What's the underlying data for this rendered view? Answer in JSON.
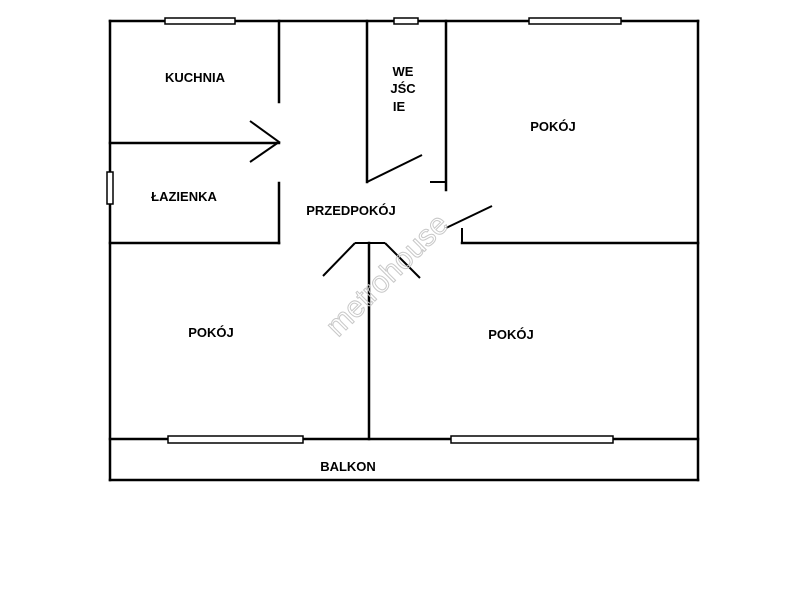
{
  "plan": {
    "rooms": {
      "kitchen": "KUCHNIA",
      "bathroom": "ŁAZIENKA",
      "entrance_line1": "WE",
      "entrance_line2": "JŚC",
      "entrance_line3": "IE",
      "hallway": "PRZEDPOKÓJ",
      "room_top_right": "POKÓJ",
      "room_bottom_left": "POKÓJ",
      "room_bottom_right": "POKÓJ",
      "balcony": "BALKON"
    },
    "watermark": "metrohouse"
  }
}
